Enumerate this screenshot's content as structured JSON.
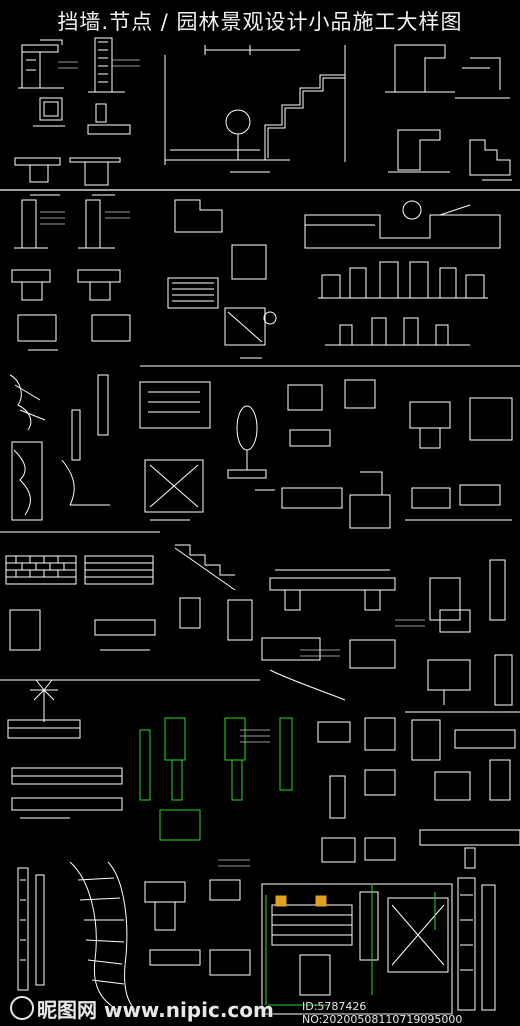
{
  "page": {
    "title": "挡墙.节点 / 园林景观设计小品施工大样图",
    "background": "#000000",
    "line_color": "#ffffff",
    "accent_green": "#22dd22",
    "accent_yellow": "#e0d000"
  },
  "watermark": {
    "brand": "昵图网 www.nipic.com",
    "id_text": "ID:5787426 NO:20200508110719095000"
  }
}
